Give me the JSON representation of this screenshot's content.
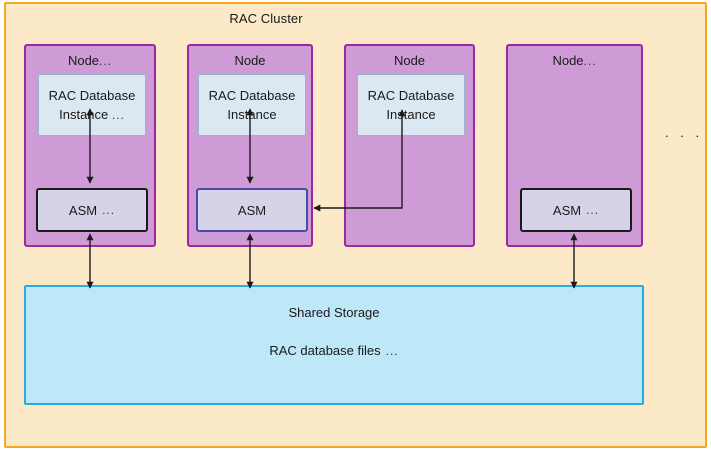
{
  "cluster": {
    "title": "RAC Cluster",
    "border_color": "#f5a623",
    "background_color": "#fbe9c7"
  },
  "nodes": [
    {
      "title": "Node",
      "title_ellipsis": "...",
      "instance_label": "RAC Database\nInstance",
      "instance_ellipsis": "...",
      "asm_label": "ASM",
      "asm_ellipsis": "...",
      "asm_border_color": "#1a1a1a",
      "has_instance": true,
      "has_asm": true
    },
    {
      "title": "Node",
      "title_ellipsis": "",
      "instance_label": "RAC Database\nInstance",
      "instance_ellipsis": "",
      "asm_label": "ASM",
      "asm_ellipsis": "",
      "asm_border_color": "#4a4aa8",
      "has_instance": true,
      "has_asm": true
    },
    {
      "title": "Node",
      "title_ellipsis": "",
      "instance_label": "RAC Database\nInstance",
      "instance_ellipsis": "",
      "asm_label": "",
      "asm_ellipsis": "",
      "asm_border_color": "",
      "has_instance": true,
      "has_asm": false
    },
    {
      "title": "Node",
      "title_ellipsis": "...",
      "instance_label": "",
      "instance_ellipsis": "",
      "asm_label": "ASM",
      "asm_ellipsis": "...",
      "asm_border_color": "#1a1a1a",
      "has_instance": false,
      "has_asm": true
    }
  ],
  "more_nodes_indicator": ". . .",
  "storage": {
    "title": "Shared Storage",
    "files_label": "RAC database files",
    "files_ellipsis": "...",
    "border_color": "#29abe2",
    "background_color": "#bee7f8"
  },
  "colors": {
    "node_fill": "#cf9bd6",
    "node_border": "#9c27a0",
    "instance_fill": "#dbe8f2",
    "instance_border": "#9ab5c8",
    "asm_fill": "#d6d3e9",
    "connector": "#1a1a1a"
  }
}
